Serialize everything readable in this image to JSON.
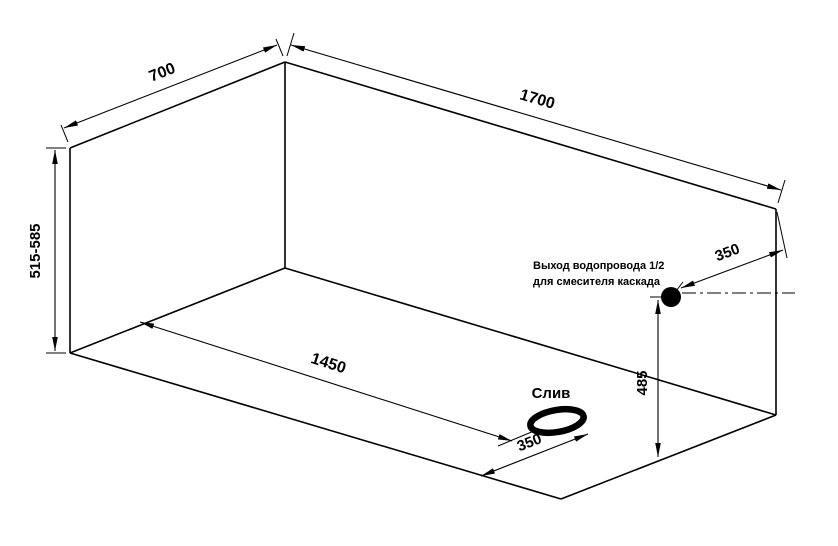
{
  "diagram": {
    "type": "bathtub-dimension-drawing",
    "colors": {
      "line": "#000000",
      "background": "#ffffff"
    },
    "dimensions": {
      "length": "1700",
      "width": "700",
      "height": "515-585",
      "drain_from_end": "1450",
      "drain_from_side": "350",
      "outlet_offset": "350",
      "outlet_height": "485"
    },
    "labels": {
      "drain": "Слив",
      "outlet_line1": "Выход водопровода 1/2",
      "outlet_line2": "для смесителя каскада"
    }
  }
}
